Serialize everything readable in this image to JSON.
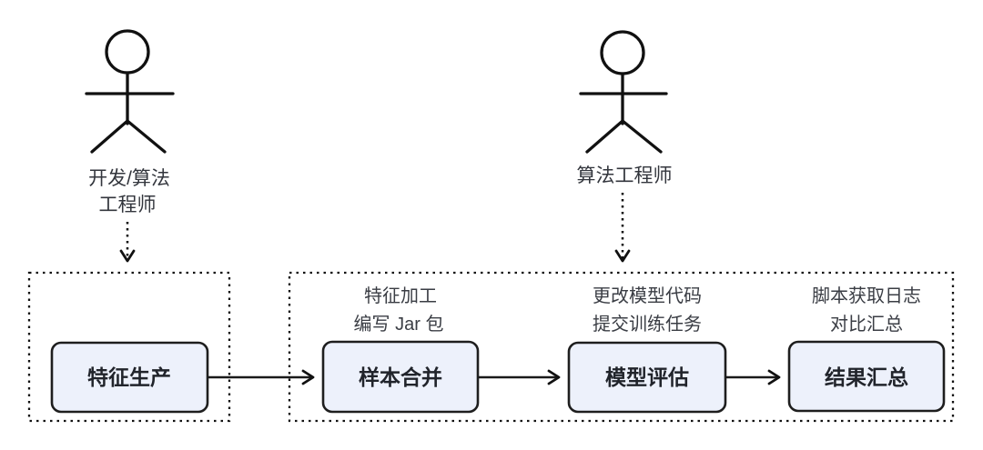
{
  "diagram": {
    "colors": {
      "node_fill": "#edf1fb",
      "node_border": "#1e1e1e",
      "line": "#1a1a1a",
      "node_text": "#21242b",
      "note_text": "#3a3d44"
    },
    "actors": [
      {
        "id": "dev-algo-engineer",
        "label_line1": "开发/算法",
        "label_line2": "工程师"
      },
      {
        "id": "algo-engineer",
        "label_line1": "算法工程师"
      }
    ],
    "nodes": [
      {
        "id": "feature-production",
        "label": "特征生产"
      },
      {
        "id": "sample-merge",
        "label": "样本合并",
        "note_line1": "特征加工",
        "note_line2": "编写 Jar 包"
      },
      {
        "id": "model-evaluation",
        "label": "模型评估",
        "note_line1": "更改模型代码",
        "note_line2": "提交训练任务"
      },
      {
        "id": "result-summary",
        "label": "结果汇总",
        "note_line1": "脚本获取日志",
        "note_line2": "对比汇总"
      }
    ]
  }
}
